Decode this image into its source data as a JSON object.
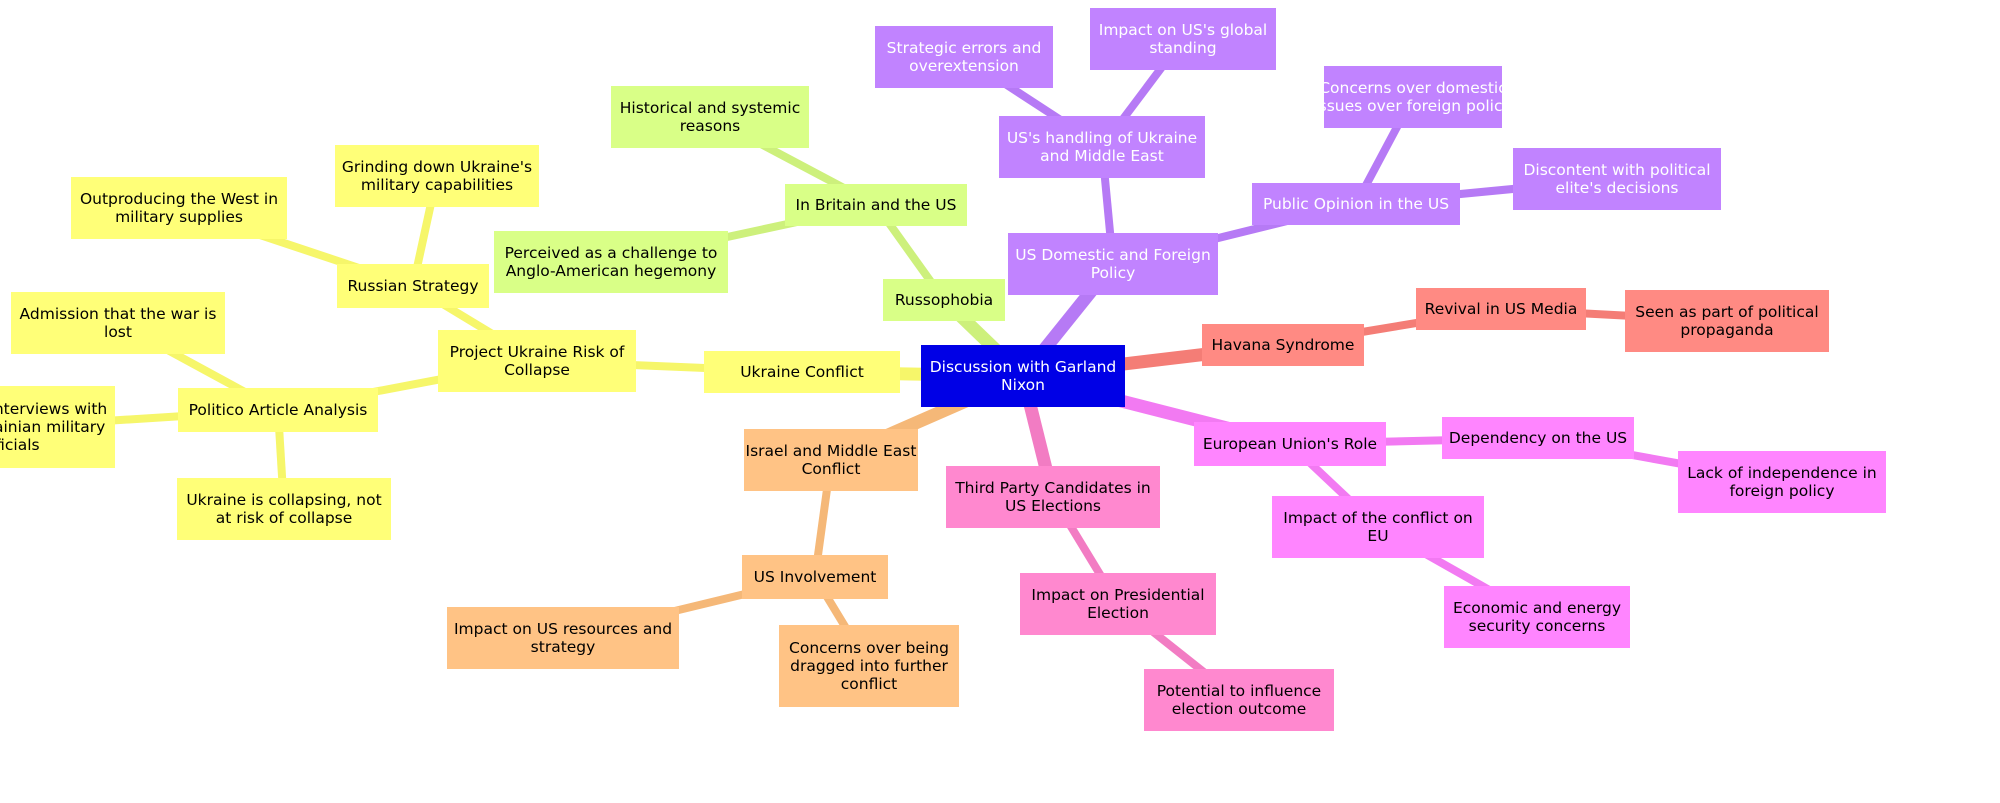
{
  "root": {
    "label": [
      "Discussion with Garland",
      "Nixon"
    ],
    "color": "#0000e6",
    "text_color": "#ffffff"
  },
  "branches": [
    {
      "id": "ukraine",
      "color": "#ffff78",
      "line": "#f6f66a",
      "text_color": "#000000",
      "nodes": [
        {
          "id": "ukraine-conflict",
          "label": [
            "Ukraine Conflict"
          ]
        },
        {
          "id": "project-ukraine",
          "label": [
            "Project Ukraine Risk of",
            "Collapse"
          ]
        },
        {
          "id": "russian-strategy",
          "label": [
            "Russian Strategy"
          ]
        },
        {
          "id": "grinding-down",
          "label": [
            "Grinding down Ukraine's",
            "military capabilities"
          ]
        },
        {
          "id": "outproducing",
          "label": [
            "Outproducing the West in",
            "military supplies"
          ]
        },
        {
          "id": "politico",
          "label": [
            "Politico Article Analysis"
          ]
        },
        {
          "id": "admission",
          "label": [
            "Admission that the war is",
            "lost"
          ]
        },
        {
          "id": "interviews",
          "label": [
            "Based on interviews with",
            "senior Ukrainian military",
            "officials"
          ]
        },
        {
          "id": "collapsing",
          "label": [
            "Ukraine is collapsing, not",
            "at risk of collapse"
          ]
        }
      ]
    },
    {
      "id": "russophobia",
      "color": "#d9ff87",
      "line": "#cdf07c",
      "text_color": "#000000",
      "nodes": [
        {
          "id": "russophobia-node",
          "label": [
            "Russophobia"
          ]
        },
        {
          "id": "britain-us",
          "label": [
            "In Britain and the US"
          ]
        },
        {
          "id": "historical",
          "label": [
            "Historical and systemic",
            "reasons"
          ]
        },
        {
          "id": "challenge",
          "label": [
            "Perceived as a challenge to",
            "Anglo-American hegemony"
          ]
        }
      ]
    },
    {
      "id": "us-policy",
      "color": "#c183ff",
      "line": "#b67af5",
      "text_color": "#ffffff",
      "nodes": [
        {
          "id": "us-domestic",
          "label": [
            "US Domestic and Foreign",
            "Policy"
          ]
        },
        {
          "id": "us-handling",
          "label": [
            "US's handling of Ukraine",
            "and Middle East"
          ]
        },
        {
          "id": "strategic-errors",
          "label": [
            "Strategic errors and",
            "overextension"
          ]
        },
        {
          "id": "global-standing",
          "label": [
            "Impact on US's global",
            "standing"
          ]
        },
        {
          "id": "public-opinion",
          "label": [
            "Public Opinion in the US"
          ]
        },
        {
          "id": "domestic-concerns",
          "label": [
            "Concerns over domestic",
            "issues over foreign policy"
          ]
        },
        {
          "id": "discontent",
          "label": [
            "Discontent with political",
            "elite's decisions"
          ]
        }
      ]
    },
    {
      "id": "havana",
      "color": "#ff8a83",
      "line": "#f47d76",
      "text_color": "#000000",
      "nodes": [
        {
          "id": "havana-syndrome",
          "label": [
            "Havana Syndrome"
          ]
        },
        {
          "id": "revival",
          "label": [
            "Revival in US Media"
          ]
        },
        {
          "id": "propaganda",
          "label": [
            "Seen as part of political",
            "propaganda"
          ]
        }
      ]
    },
    {
      "id": "eu",
      "color": "#ff85ff",
      "line": "#f27af2",
      "text_color": "#000000",
      "nodes": [
        {
          "id": "eu-role",
          "label": [
            "European Union's Role"
          ]
        },
        {
          "id": "dependency",
          "label": [
            "Dependency on the US"
          ]
        },
        {
          "id": "lack-independence",
          "label": [
            "Lack of independence in",
            "foreign policy"
          ]
        },
        {
          "id": "impact-eu",
          "label": [
            "Impact of the conflict on",
            "EU"
          ]
        },
        {
          "id": "energy",
          "label": [
            "Economic and energy",
            "security concerns"
          ]
        }
      ]
    },
    {
      "id": "third-party",
      "color": "#ff88cf",
      "line": "#f27cc3",
      "text_color": "#000000",
      "nodes": [
        {
          "id": "third-party-candidates",
          "label": [
            "Third Party Candidates in",
            "US Elections"
          ]
        },
        {
          "id": "presidential",
          "label": [
            "Impact on Presidential",
            "Election"
          ]
        },
        {
          "id": "influence",
          "label": [
            "Potential to influence",
            "election outcome"
          ]
        }
      ]
    },
    {
      "id": "israel",
      "color": "#ffc385",
      "line": "#f5b878",
      "text_color": "#000000",
      "nodes": [
        {
          "id": "israel-conflict",
          "label": [
            "Israel and Middle East",
            "Conflict"
          ]
        },
        {
          "id": "us-involvement",
          "label": [
            "US Involvement"
          ]
        },
        {
          "id": "resources",
          "label": [
            "Impact on US resources and",
            "strategy"
          ]
        },
        {
          "id": "dragged",
          "label": [
            "Concerns over being",
            "dragged into further",
            "conflict"
          ]
        }
      ]
    }
  ]
}
